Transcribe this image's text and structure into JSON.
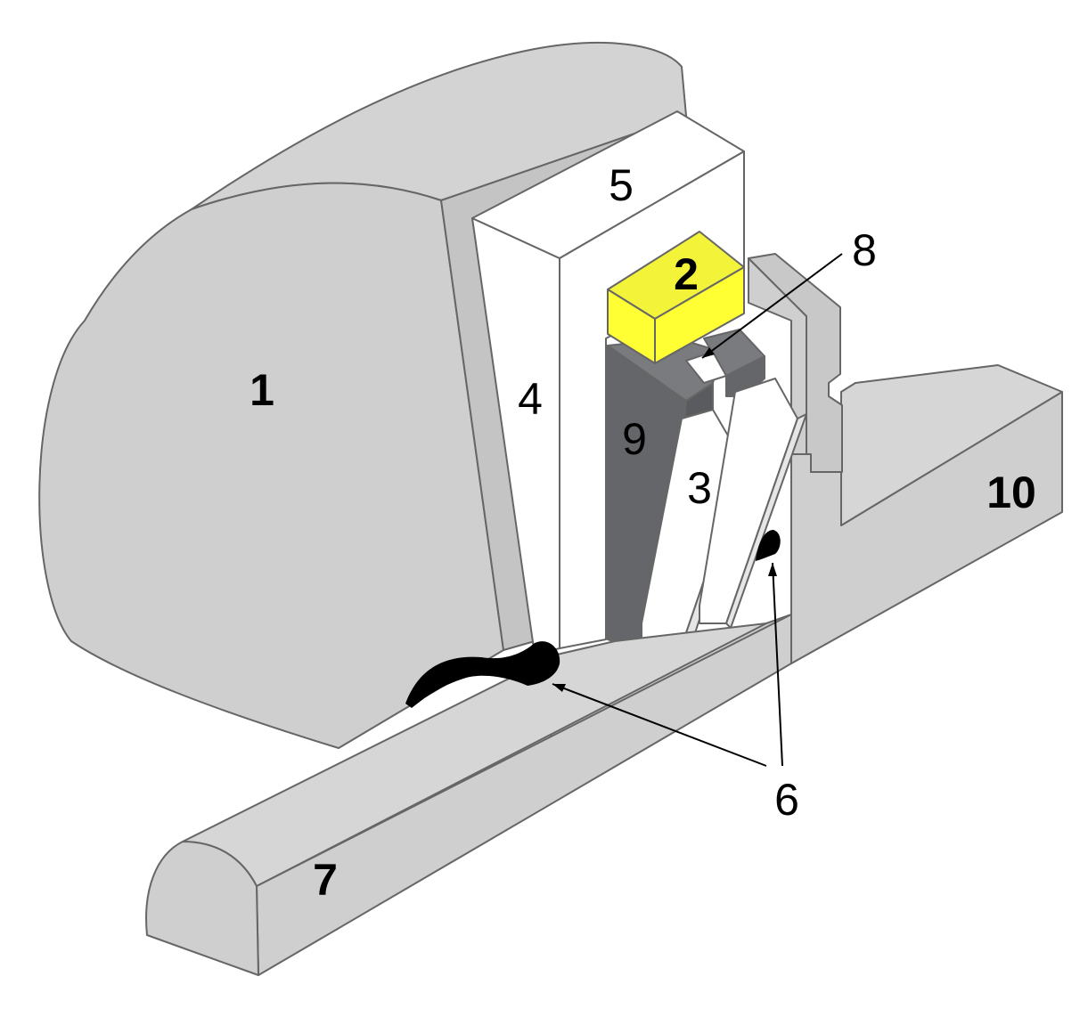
{
  "colors": {
    "gray": "#cfcfcf",
    "gray_top": "#d6d6d6",
    "gray_side": "#c4c4c4",
    "white": "#ffffff",
    "dark": "#656669",
    "dark_top": "#7a7b7e",
    "yellow": "#ffff33",
    "yellow_top": "#f3f33a",
    "edge": "#666666",
    "black": "#000000"
  },
  "labels": {
    "part1": "1",
    "part2": "2",
    "part3": "3",
    "part4": "4",
    "part5": "5",
    "part6": "6",
    "part7": "7",
    "part8": "8",
    "part9": "9",
    "part10": "10"
  }
}
